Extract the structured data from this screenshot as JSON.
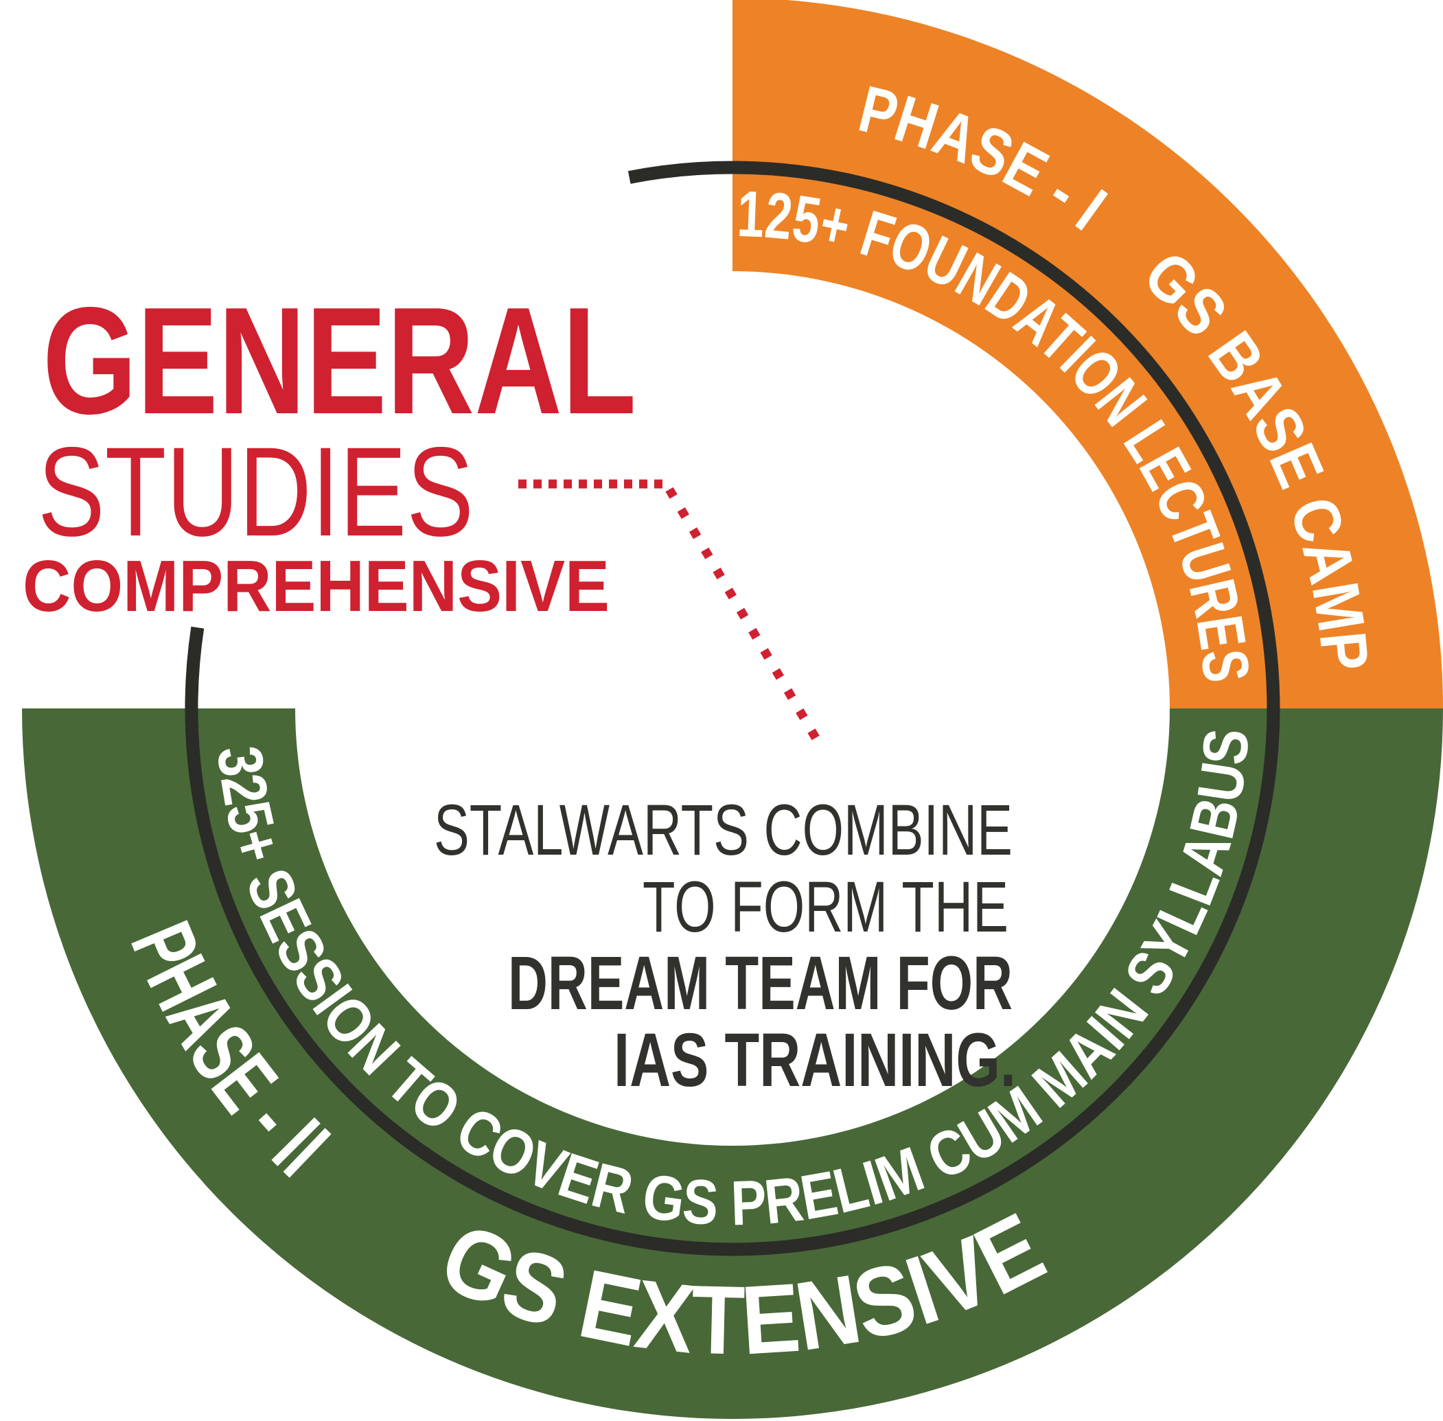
{
  "title": {
    "line1": "GENERAL",
    "line2": "STUDIES",
    "line3": "COMPREHENSIVE"
  },
  "phase1": {
    "name": "PHASE - I",
    "tagline": "GS BASE CAMP",
    "detail": "125+ FOUNDATION LECTURES",
    "color": "#ED8326"
  },
  "phase2": {
    "name": "PHASE - II",
    "tagline": "GS EXTENSIVE",
    "detail": "325+ SESSION TO COVER GS PRELIM CUM MAIN SYLLABUS",
    "color": "#486838"
  },
  "center_message": {
    "line1": "STALWARTS COMBINE",
    "line2": "TO FORM THE",
    "line3": "DREAM TEAM FOR",
    "line4": "IAS TRAINING."
  },
  "colors": {
    "title_red": "#CF2130",
    "connector_red": "#CF2130",
    "arc_black": "#2B2B28",
    "message_dark": "#31312E",
    "arc_text_white": "#FFFFFF",
    "background": "#FFFFFF"
  }
}
